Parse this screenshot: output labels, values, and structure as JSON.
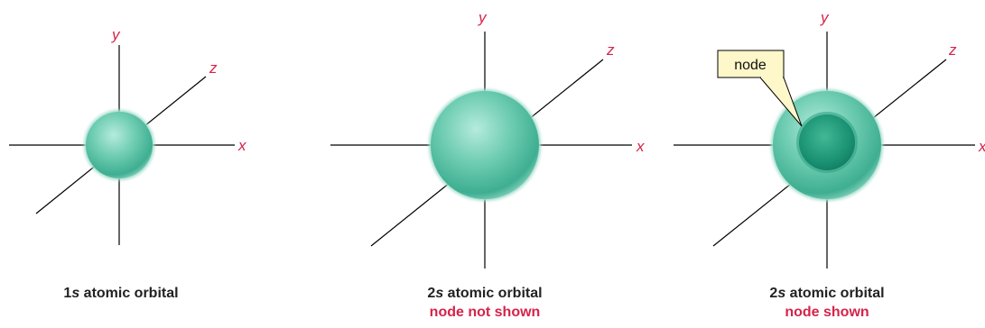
{
  "colors": {
    "axis_label": "#d6234a",
    "sphere_light": "#a9e3d3",
    "sphere_mid": "#57c2a6",
    "sphere_dark": "#2b9a80",
    "inner_sphere": "#1e9577",
    "callout_fill": "#fdf7c9"
  },
  "orbitals": [
    {
      "axes": {
        "x": "x",
        "y": "y",
        "z": "z"
      },
      "caption_prefix": "1",
      "caption_s": "s",
      "caption_rest": " atomic orbital",
      "note": ""
    },
    {
      "axes": {
        "x": "x",
        "y": "y",
        "z": "z"
      },
      "caption_prefix": "2",
      "caption_s": "s",
      "caption_rest": " atomic orbital",
      "note": "node not shown"
    },
    {
      "axes": {
        "x": "x",
        "y": "y",
        "z": "z"
      },
      "caption_prefix": "2",
      "caption_s": "s",
      "caption_rest": " atomic orbital",
      "note": "node shown",
      "callout": "node"
    }
  ]
}
